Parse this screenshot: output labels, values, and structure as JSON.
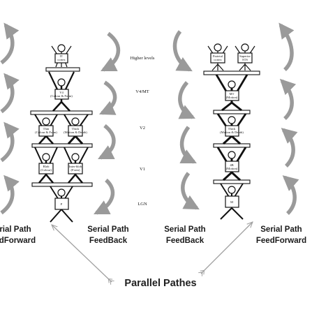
{
  "levels": [
    "Higher levels",
    "V4/MT",
    "V2",
    "V1",
    "LGN"
  ],
  "left_stack": {
    "top": "IT cortex",
    "v4": "V4 (Colour & Form)",
    "v2_left": "Thin (Colour & Form)",
    "v2_right": "Thick (Motion & Depth)",
    "v1_left": "Blob (Colour)",
    "v1_right": "Inter-blob (Form)",
    "lgn": "P"
  },
  "right_stack": {
    "top_left": "Parietal cortex",
    "top_right": "Superior STS",
    "mt": "MT (Motion)",
    "v2": "Thick (Motion & Depth)",
    "v1": "4B (Motion)",
    "lgn": "M"
  },
  "labels": {
    "left_ff": "Serial Path\nFeedForward",
    "left_fb": "Serial Path\nFeedBack",
    "right_fb": "Serial Path\nFeedBack",
    "right_ff": "Serial Path\nFeedForward",
    "caption": "Parallel Pathes"
  }
}
